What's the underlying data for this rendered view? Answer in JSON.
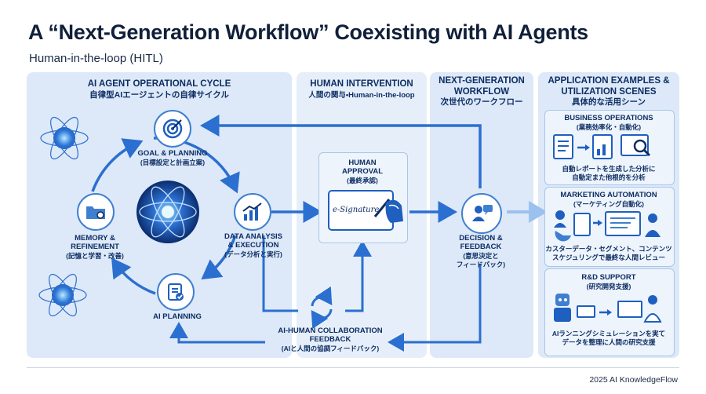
{
  "title": "A “Next-Generation Workflow” Coexisting with AI Agents",
  "subtitle": "Human-in-the-loop (HITL)",
  "cycle": {
    "header": "AI AGENT OPERATIONAL CYCLE",
    "header_jp": "自律型AIエージェントの自律サイクル",
    "goal": {
      "label": "GOAL & PLANNING",
      "label_jp": "(目標設定と計画立案)"
    },
    "data": {
      "label1": "DATA ANALYSIS",
      "label2": "& EXECUTION",
      "label_jp": "(データ分析と実行)"
    },
    "memory": {
      "label1": "MEMORY &",
      "label2": "REFINEMENT",
      "label_jp": "(記憶と学習・改善)"
    },
    "planning": {
      "label": "AI PLANNING"
    }
  },
  "intervention": {
    "header": "HUMAN INTERVENTION",
    "header_jp": "人間の関与•Human-in-the-loop",
    "approval": {
      "label1": "HUMAN",
      "label2": "APPROVAL",
      "label_jp": "(最終承認)",
      "signature": "e-Signature"
    }
  },
  "workflow": {
    "header1": "NEXT-GENERATION",
    "header2": "WORKFLOW",
    "header_jp": "次世代のワークフロー",
    "decision": {
      "label1": "DECISION &",
      "label2": "FEEDBACK",
      "label_jp1": "(意思決定と",
      "label_jp2": "フィードバック)"
    }
  },
  "feedback": {
    "label1": "AI-HUMAN COLLABORATION",
    "label2": "FEEDBACK",
    "label_jp": "(AIと人間の協調フィードバック)"
  },
  "applications": {
    "header1": "APPLICATION EXAMPLES &",
    "header2": "UTILIZATION SCENES",
    "header_jp": "具体的な活用シーン",
    "items": [
      {
        "title": "BUSINESS OPERATIONS",
        "title_jp": "(業務効率化・自動化)",
        "desc1": "自動レポートを生成した分析に",
        "desc2": "自動定また他根的を分析"
      },
      {
        "title": "MARKETING AUTOMATION",
        "title_jp": "(マーケティング自動化)",
        "desc1": "カスターデータ・セグメント、コンテンツ",
        "desc2": "スケジュリングで最終な人間レビュー"
      },
      {
        "title": "R&D SUPPORT",
        "title_jp": "(研究開発支援)",
        "desc1": "AIランニングシミュレーションを実て",
        "desc2": "データを整理に人間の研究支援"
      }
    ]
  },
  "footer": "2025 AI KnowledgeFlow",
  "colors": {
    "primary": "#1f5fbf",
    "panel": "#dde9f8",
    "arrow": "#2b6fd0",
    "dark_text": "#0d2d63"
  }
}
